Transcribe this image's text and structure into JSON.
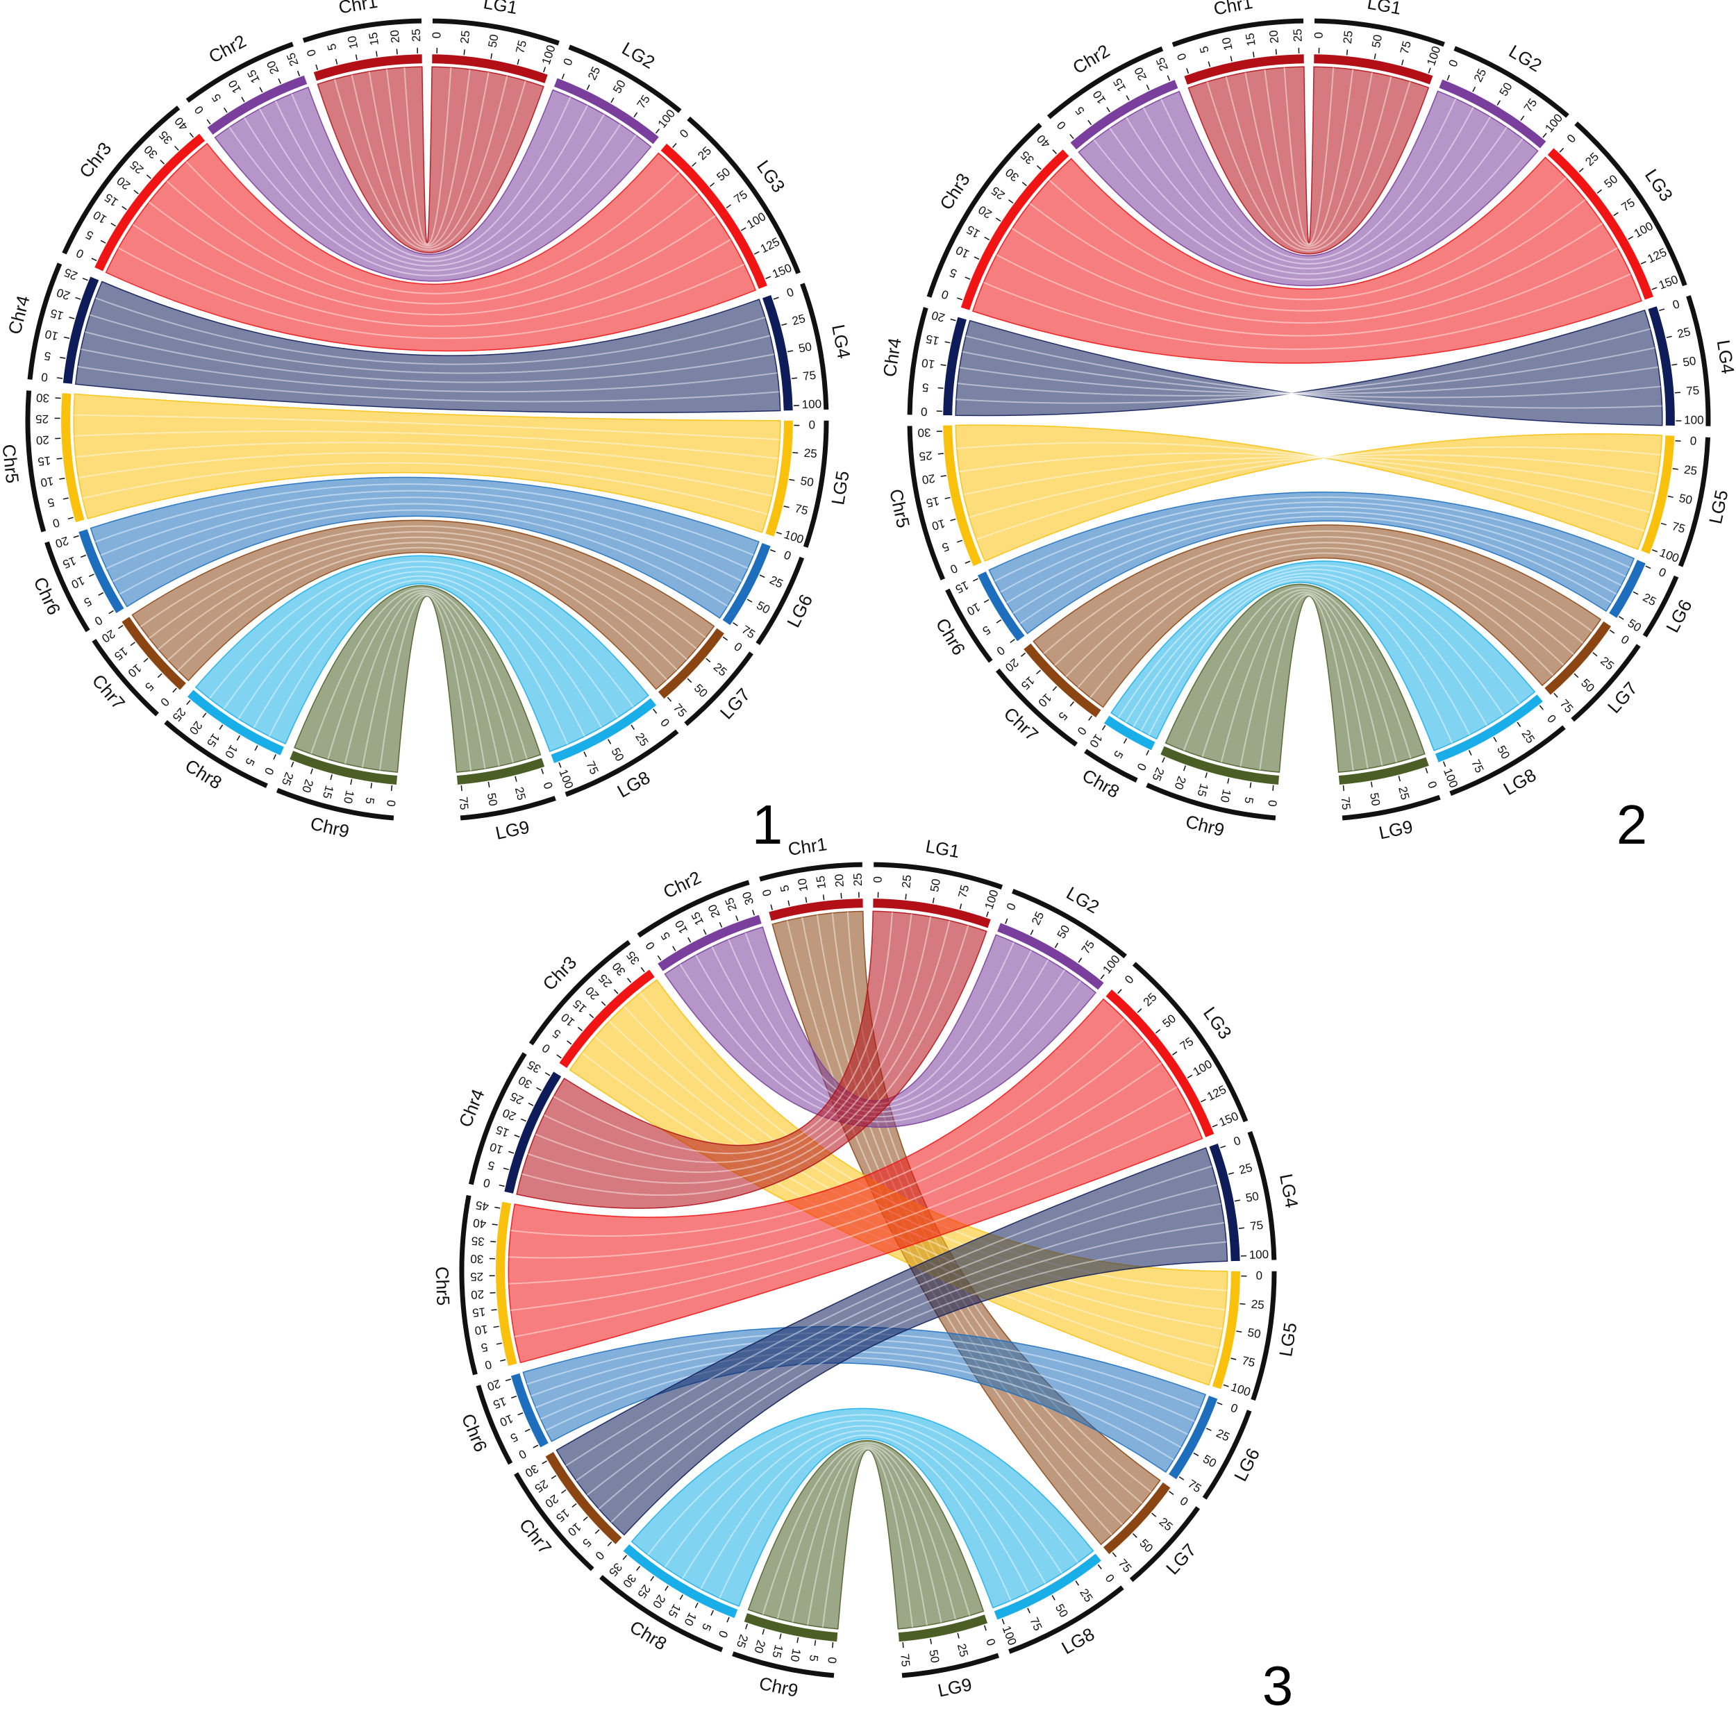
{
  "colors": {
    "chr1": "#B30F17",
    "chr2": "#7A3E9D",
    "chr3": "#F01414",
    "chr4": "#0E1D5A",
    "chr5": "#F9C10C",
    "chr6": "#1D6FBE",
    "chr7": "#8B4513",
    "chr8": "#19AEE8",
    "chr9": "#4B5E26",
    "outer_ring": "#111111"
  },
  "panels": [
    {
      "number": "1",
      "segments": [
        {
          "label": "Chr1",
          "color": "chr1",
          "ticks": [
            "25",
            "20",
            "15",
            "10",
            "5",
            "0"
          ]
        },
        {
          "label": "Chr2",
          "color": "chr2",
          "ticks": [
            "25",
            "20",
            "15",
            "10",
            "5",
            "0"
          ]
        },
        {
          "label": "Chr3",
          "color": "chr3",
          "ticks": [
            "40",
            "35",
            "30",
            "25",
            "20",
            "15",
            "10",
            "5",
            "0"
          ]
        },
        {
          "label": "Chr4",
          "color": "chr4",
          "ticks": [
            "25",
            "20",
            "15",
            "10",
            "5",
            "0"
          ]
        },
        {
          "label": "Chr5",
          "color": "chr5",
          "ticks": [
            "30",
            "25",
            "20",
            "15",
            "10",
            "5",
            "0"
          ]
        },
        {
          "label": "Chr6",
          "color": "chr6",
          "ticks": [
            "20",
            "15",
            "10",
            "5",
            "0"
          ]
        },
        {
          "label": "Chr7",
          "color": "chr7",
          "ticks": [
            "20",
            "15",
            "10",
            "5",
            "0"
          ]
        },
        {
          "label": "Chr8",
          "color": "chr8",
          "ticks": [
            "25",
            "20",
            "15",
            "10",
            "5",
            "0"
          ]
        },
        {
          "label": "Chr9",
          "color": "chr9",
          "ticks": [
            "25",
            "20",
            "15",
            "10",
            "5",
            "0"
          ]
        },
        {
          "label": "LG9",
          "color": "chr9",
          "ticks": [
            "0",
            "25",
            "50",
            "75"
          ]
        },
        {
          "label": "LG8",
          "color": "chr8",
          "ticks": [
            "0",
            "25",
            "50",
            "75",
            "100"
          ]
        },
        {
          "label": "LG7",
          "color": "chr7",
          "ticks": [
            "0",
            "25",
            "50",
            "75"
          ]
        },
        {
          "label": "LG6",
          "color": "chr6",
          "ticks": [
            "0",
            "25",
            "50",
            "75"
          ]
        },
        {
          "label": "LG5",
          "color": "chr5",
          "ticks": [
            "0",
            "25",
            "50",
            "75",
            "100"
          ]
        },
        {
          "label": "LG4",
          "color": "chr4",
          "ticks": [
            "0",
            "25",
            "50",
            "75",
            "100"
          ]
        },
        {
          "label": "LG3",
          "color": "chr3",
          "ticks": [
            "0",
            "25",
            "50",
            "75",
            "100",
            "125",
            "150"
          ]
        },
        {
          "label": "LG2",
          "color": "chr2",
          "ticks": [
            "0",
            "25",
            "50",
            "75",
            "100"
          ]
        },
        {
          "label": "LG1",
          "color": "chr1",
          "ticks": [
            "0",
            "25",
            "50",
            "75",
            "100"
          ]
        }
      ],
      "links": [
        {
          "chr": 0,
          "lg": 17,
          "color": "chr1"
        },
        {
          "chr": 1,
          "lg": 16,
          "color": "chr2"
        },
        {
          "chr": 2,
          "lg": 15,
          "color": "chr3"
        },
        {
          "chr": 3,
          "lg": 14,
          "color": "chr4"
        },
        {
          "chr": 4,
          "lg": 13,
          "color": "chr5"
        },
        {
          "chr": 5,
          "lg": 12,
          "color": "chr6"
        },
        {
          "chr": 6,
          "lg": 11,
          "color": "chr7"
        },
        {
          "chr": 7,
          "lg": 10,
          "color": "chr8"
        },
        {
          "chr": 8,
          "lg": 9,
          "color": "chr9"
        }
      ]
    },
    {
      "number": "2",
      "segments": [
        {
          "label": "Chr1",
          "color": "chr1",
          "ticks": [
            "25",
            "20",
            "15",
            "10",
            "5",
            "0"
          ]
        },
        {
          "label": "Chr2",
          "color": "chr2",
          "ticks": [
            "25",
            "20",
            "15",
            "10",
            "5",
            "0"
          ]
        },
        {
          "label": "Chr3",
          "color": "chr3",
          "ticks": [
            "40",
            "35",
            "30",
            "25",
            "20",
            "15",
            "10",
            "5",
            "0"
          ]
        },
        {
          "label": "Chr4",
          "color": "chr4",
          "ticks": [
            "20",
            "15",
            "10",
            "5",
            "0"
          ]
        },
        {
          "label": "Chr5",
          "color": "chr5",
          "ticks": [
            "30",
            "25",
            "20",
            "15",
            "10",
            "5",
            "0"
          ]
        },
        {
          "label": "Chr6",
          "color": "chr6",
          "ticks": [
            "15",
            "10",
            "5",
            "0"
          ]
        },
        {
          "label": "Chr7",
          "color": "chr7",
          "ticks": [
            "20",
            "15",
            "10",
            "5",
            "0"
          ]
        },
        {
          "label": "Chr8",
          "color": "chr8",
          "ticks": [
            "10",
            "5",
            "0"
          ]
        },
        {
          "label": "Chr9",
          "color": "chr9",
          "ticks": [
            "25",
            "20",
            "15",
            "10",
            "5",
            "0"
          ]
        },
        {
          "label": "LG9",
          "color": "chr9",
          "ticks": [
            "0",
            "25",
            "50",
            "75"
          ]
        },
        {
          "label": "LG8",
          "color": "chr8",
          "ticks": [
            "0",
            "25",
            "50",
            "75",
            "100"
          ]
        },
        {
          "label": "LG7",
          "color": "chr7",
          "ticks": [
            "0",
            "25",
            "50",
            "75"
          ]
        },
        {
          "label": "LG6",
          "color": "chr6",
          "ticks": [
            "0",
            "25",
            "50"
          ]
        },
        {
          "label": "LG5",
          "color": "chr5",
          "ticks": [
            "0",
            "25",
            "50",
            "75",
            "100"
          ]
        },
        {
          "label": "LG4",
          "color": "chr4",
          "ticks": [
            "0",
            "25",
            "50",
            "75",
            "100"
          ]
        },
        {
          "label": "LG3",
          "color": "chr3",
          "ticks": [
            "0",
            "25",
            "50",
            "75",
            "100",
            "125",
            "150"
          ]
        },
        {
          "label": "LG2",
          "color": "chr2",
          "ticks": [
            "0",
            "25",
            "50",
            "75",
            "100"
          ]
        },
        {
          "label": "LG1",
          "color": "chr1",
          "ticks": [
            "0",
            "25",
            "50",
            "75",
            "100"
          ]
        }
      ],
      "links": [
        {
          "chr": 0,
          "lg": 17,
          "color": "chr1"
        },
        {
          "chr": 1,
          "lg": 16,
          "color": "chr2"
        },
        {
          "chr": 2,
          "lg": 15,
          "color": "chr3"
        },
        {
          "chr": 3,
          "lg": 14,
          "color": "chr4",
          "twist": true
        },
        {
          "chr": 4,
          "lg": 13,
          "color": "chr5",
          "twist": true
        },
        {
          "chr": 5,
          "lg": 12,
          "color": "chr6"
        },
        {
          "chr": 6,
          "lg": 11,
          "color": "chr7"
        },
        {
          "chr": 7,
          "lg": 10,
          "color": "chr8"
        },
        {
          "chr": 8,
          "lg": 9,
          "color": "chr9"
        }
      ]
    },
    {
      "number": "3",
      "segments": [
        {
          "label": "Chr1",
          "color": "chr1",
          "ticks": [
            "25",
            "20",
            "15",
            "10",
            "5",
            "0"
          ]
        },
        {
          "label": "Chr2",
          "color": "chr2",
          "ticks": [
            "30",
            "25",
            "20",
            "15",
            "10",
            "5",
            "0"
          ]
        },
        {
          "label": "Chr3",
          "color": "chr3",
          "ticks": [
            "35",
            "30",
            "25",
            "20",
            "15",
            "10",
            "5",
            "0"
          ]
        },
        {
          "label": "Chr4",
          "color": "chr4",
          "ticks": [
            "35",
            "30",
            "25",
            "20",
            "15",
            "10",
            "5",
            "0"
          ]
        },
        {
          "label": "Chr5",
          "color": "chr5",
          "ticks": [
            "45",
            "40",
            "35",
            "30",
            "25",
            "20",
            "15",
            "10",
            "5",
            "0"
          ]
        },
        {
          "label": "Chr6",
          "color": "chr6",
          "ticks": [
            "20",
            "15",
            "10",
            "5",
            "0"
          ]
        },
        {
          "label": "Chr7",
          "color": "chr7",
          "ticks": [
            "30",
            "25",
            "20",
            "15",
            "10",
            "5",
            "0"
          ]
        },
        {
          "label": "Chr8",
          "color": "chr8",
          "ticks": [
            "35",
            "30",
            "25",
            "20",
            "15",
            "10",
            "5",
            "0"
          ]
        },
        {
          "label": "Chr9",
          "color": "chr9",
          "ticks": [
            "25",
            "20",
            "15",
            "10",
            "5",
            "0"
          ]
        },
        {
          "label": "LG9",
          "color": "chr9",
          "ticks": [
            "0",
            "25",
            "50",
            "75"
          ]
        },
        {
          "label": "LG8",
          "color": "chr8",
          "ticks": [
            "0",
            "25",
            "50",
            "75",
            "100"
          ]
        },
        {
          "label": "LG7",
          "color": "chr7",
          "ticks": [
            "0",
            "25",
            "50",
            "75"
          ]
        },
        {
          "label": "LG6",
          "color": "chr6",
          "ticks": [
            "0",
            "25",
            "50",
            "75"
          ]
        },
        {
          "label": "LG5",
          "color": "chr5",
          "ticks": [
            "0",
            "25",
            "50",
            "75",
            "100"
          ]
        },
        {
          "label": "LG4",
          "color": "chr4",
          "ticks": [
            "0",
            "25",
            "50",
            "75",
            "100"
          ]
        },
        {
          "label": "LG3",
          "color": "chr3",
          "ticks": [
            "0",
            "25",
            "50",
            "75",
            "100",
            "125",
            "150"
          ]
        },
        {
          "label": "LG2",
          "color": "chr2",
          "ticks": [
            "0",
            "25",
            "50",
            "75",
            "100"
          ]
        },
        {
          "label": "LG1",
          "color": "chr1",
          "ticks": [
            "0",
            "25",
            "50",
            "75",
            "100"
          ]
        }
      ],
      "links": [
        {
          "chr": 0,
          "lg": 11,
          "color": "chr7"
        },
        {
          "chr": 1,
          "lg": 16,
          "color": "chr2"
        },
        {
          "chr": 2,
          "lg": 13,
          "color": "chr5"
        },
        {
          "chr": 3,
          "lg": 17,
          "color": "chr1"
        },
        {
          "chr": 4,
          "lg": 15,
          "color": "chr3"
        },
        {
          "chr": 5,
          "lg": 12,
          "color": "chr6"
        },
        {
          "chr": 6,
          "lg": 14,
          "color": "chr4"
        },
        {
          "chr": 7,
          "lg": 10,
          "color": "chr8"
        },
        {
          "chr": 8,
          "lg": 9,
          "color": "chr9"
        }
      ]
    }
  ]
}
